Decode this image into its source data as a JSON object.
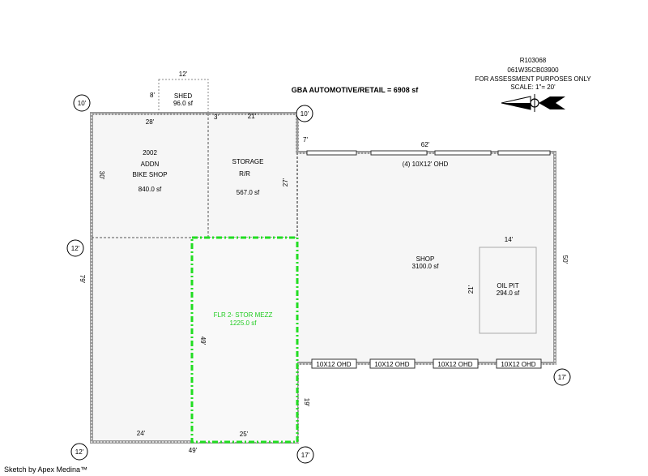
{
  "header": {
    "title": "GBA AUTOMOTIVE/RETAIL = 6908 sf",
    "parcel_id": "R103068",
    "map_number": "061W35CB03900",
    "purpose": "FOR ASSESSMENT PURPOSES ONLY",
    "scale": "SCALE: 1\"= 20'"
  },
  "footer": {
    "credit": "Sketch by Apex Medina™"
  },
  "circles": {
    "c1": "10'",
    "c2": "10'",
    "c3": "12'",
    "c4": "17'",
    "c5": "12'",
    "c6": "17'"
  },
  "areas": {
    "shed": {
      "name": "SHED",
      "sf": "96.0 sf"
    },
    "addn": {
      "line1": "2002",
      "line2": "ADDN",
      "line3": "BIKE SHOP",
      "sf": "840.0 sf"
    },
    "storage": {
      "line1": "STORAGE",
      "line2": "R/R",
      "sf": "567.0 sf"
    },
    "mezz": {
      "name": "FLR 2- STOR MEZZ",
      "sf": "1225.0 sf"
    },
    "shop": {
      "name": "SHOP",
      "sf": "3100.0 sf"
    },
    "oilpit": {
      "name": "OIL PIT",
      "sf": "294.0 sf"
    }
  },
  "doors": {
    "top_label": "(4) 10X12' OHD",
    "d1": "10X12 OHD",
    "d2": "10X12 OHD",
    "d3": "10X12 OHD",
    "d4": "10X12 OHD"
  },
  "dims": {
    "shed_w": "12'",
    "shed_h": "8'",
    "addn_w": "28'",
    "addn_h": "30'",
    "gap_3": "3'",
    "storage_w": "21'",
    "storage_h": "27'",
    "shop_step": "7'",
    "shop_w": "62'",
    "shop_h": "50'",
    "oil_w": "14'",
    "oil_h": "21'",
    "left_h": "79'",
    "mezz_h": "49'",
    "mezz_w": "25'",
    "bottom_left": "24'",
    "bottom_total": "49'",
    "bottom_right_h": "19'"
  }
}
